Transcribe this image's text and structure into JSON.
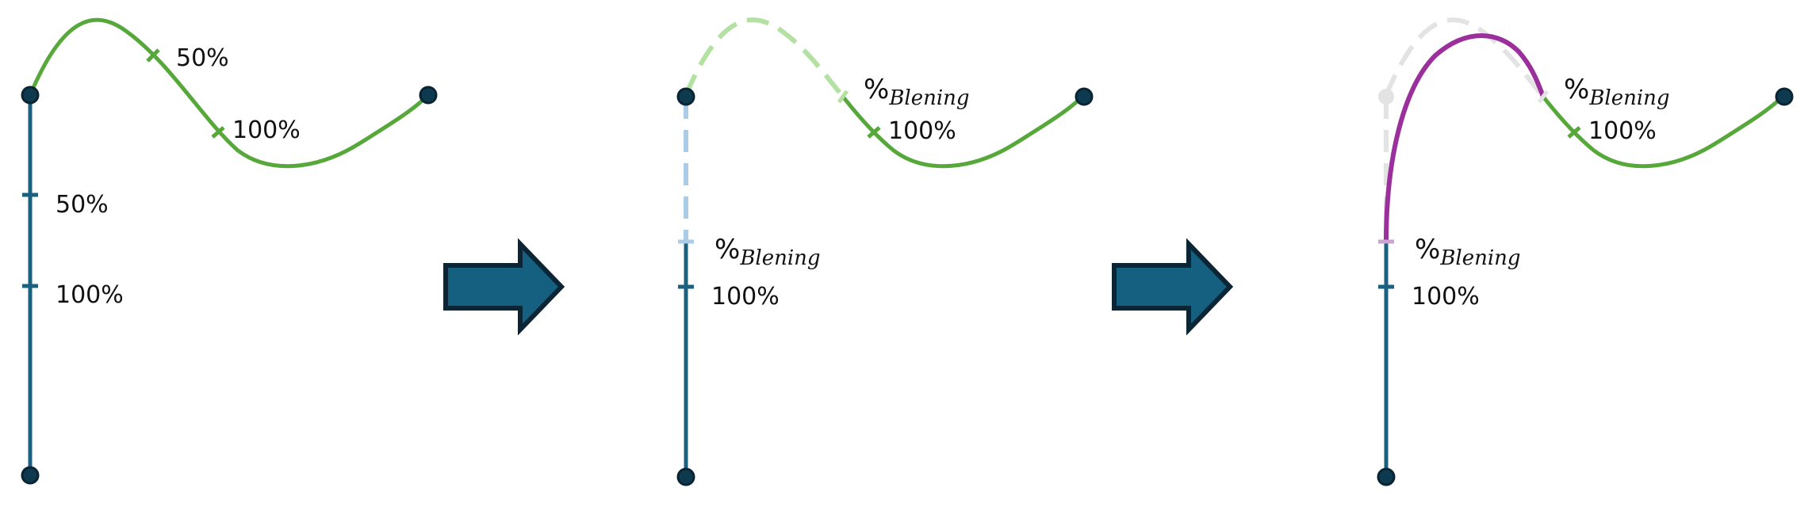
{
  "panel1": {
    "green_tick_50": "50%",
    "green_tick_100": "100%",
    "blue_tick_50": "50%",
    "blue_tick_100": "100%"
  },
  "panel2": {
    "green_blend_symbol": "%",
    "green_blend_sub": "Blening",
    "green_tick_100": "100%",
    "blue_blend_symbol": "%",
    "blue_blend_sub": "Blening",
    "blue_tick_100": "100%"
  },
  "panel3": {
    "green_blend_symbol": "%",
    "green_blend_sub": "Blening",
    "green_tick_100": "100%",
    "blue_blend_symbol": "%",
    "blue_blend_sub": "Blening",
    "blue_tick_100": "100%"
  },
  "colors": {
    "green": "#56a83a",
    "green_faded": "#b4e0a2",
    "blue": "#1a6080",
    "blue_faded": "#a9cde9",
    "grey_faded": "#e3e3e3",
    "purple": "#9b2f9b",
    "node_fill": "#0d3a4e",
    "node_stroke": "#0a2433",
    "arrow_fill": "#155f80",
    "arrow_stroke": "#0c2535"
  },
  "icons": [
    "right-arrow-icon",
    "right-arrow-icon"
  ]
}
